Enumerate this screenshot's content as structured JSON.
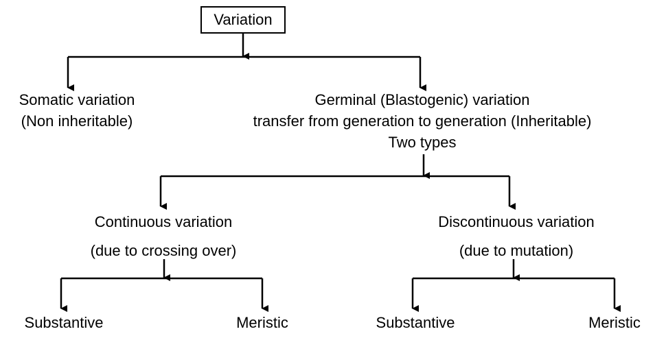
{
  "root": "Variation",
  "somatic": {
    "title": "Somatic variation",
    "note": "(Non inheritable)"
  },
  "germinal": {
    "title": "Germinal (Blastogenic) variation",
    "note": "transfer from generation to generation (Inheritable)",
    "sub": "Two types"
  },
  "continuous": {
    "title": "Continuous variation",
    "cause": "(due to crossing over)",
    "children": [
      "Substantive",
      "Meristic"
    ]
  },
  "discontinuous": {
    "title": "Discontinuous variation",
    "cause": "(due to mutation)",
    "children": [
      "Substantive",
      "Meristic"
    ]
  }
}
